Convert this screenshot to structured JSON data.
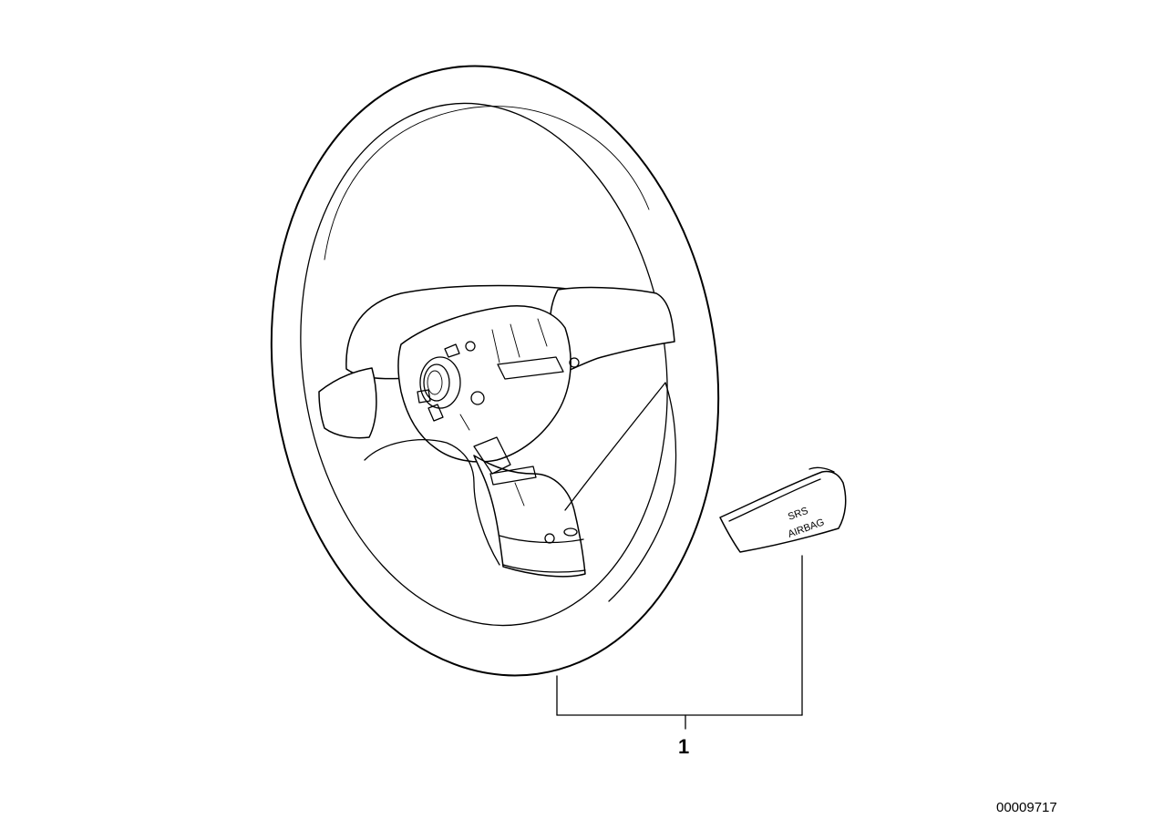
{
  "diagram": {
    "callout_number": "1",
    "image_code": "00009717",
    "cover_text_line1": "SRS",
    "cover_text_line2": "AIRBAG"
  },
  "colors": {
    "line": "#000000",
    "background": "#ffffff"
  }
}
